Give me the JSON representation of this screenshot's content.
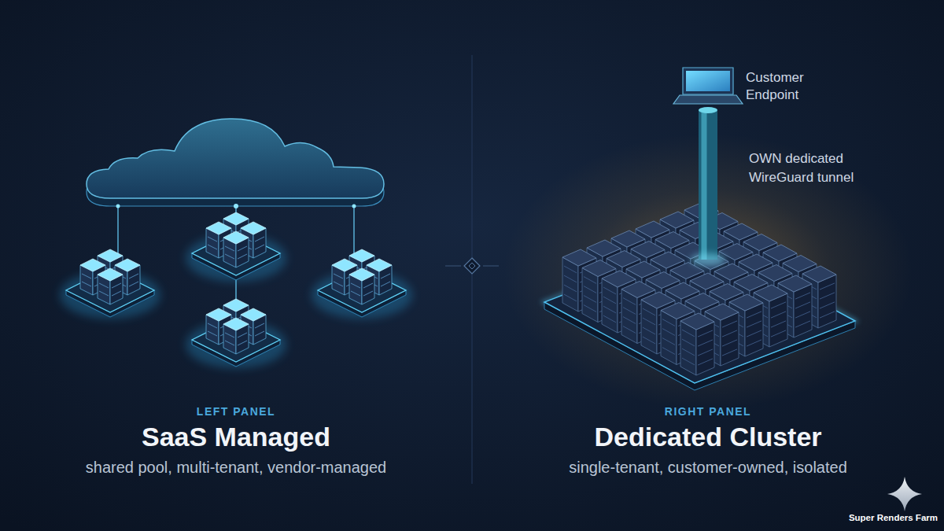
{
  "diagram": {
    "nodes": [
      {
        "text": [
          "Customer Endpoint"
        ]
      },
      {
        "text": [
          "LEFT PANEL",
          "SaaS Managed",
          "shared pool, multi-tenant, vendor-managed"
        ]
      },
      {
        "text": [
          "RIGHT PANEL",
          "Dedicated Cluster",
          "single-tenant, customer-owned, isolated"
        ]
      }
    ],
    "edges": [
      {
        "from": 0,
        "to": 2,
        "arrow": "none",
        "label": "OWN dedicated WireGuard tunnel"
      }
    ],
    "labels": [
      "Super Renders Farm"
    ]
  }
}
